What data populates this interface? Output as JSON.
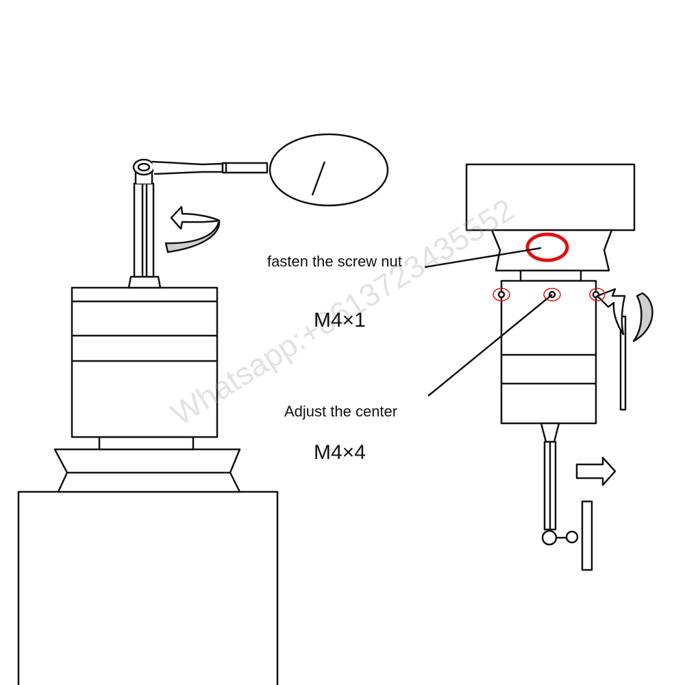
{
  "labels": {
    "fasten": "fasten the screw nut",
    "m4x1": "M4×1",
    "adjust": "Adjust the center",
    "m4x4": "M4×4"
  },
  "watermark": "Whatsapp:+8613723435552",
  "colors": {
    "line": "#111111",
    "highlight": "#e11010",
    "arrow_fill": "#c8c8c8"
  }
}
